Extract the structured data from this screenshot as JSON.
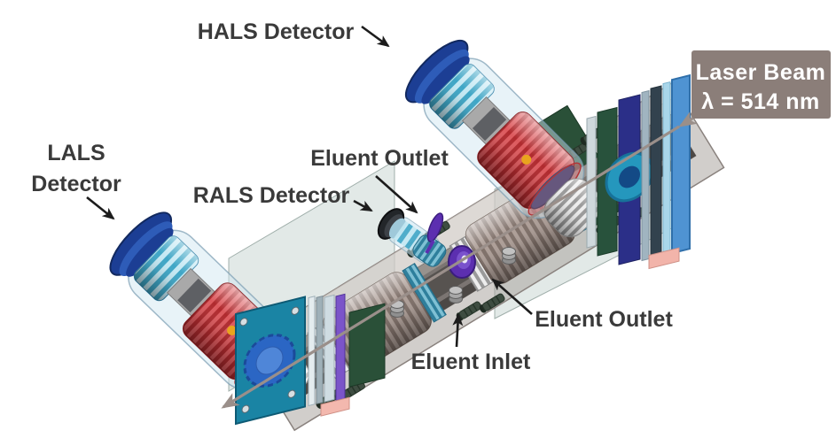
{
  "figure": {
    "labels": {
      "hals": "HALS Detector",
      "lals_line1": "LALS",
      "lals_line2": "Detector",
      "rals": "RALS Detector",
      "eluent_outlet_top": "Eluent Outlet",
      "eluent_outlet_mid": "Eluent Outlet",
      "eluent_inlet": "Eluent Inlet"
    },
    "laser_callout": {
      "line1": "Laser Beam",
      "line2": "λ = 514 nm",
      "bg_color": "#8b7e79",
      "text_color": "#ffffff"
    },
    "colors": {
      "label_text": "#3a3a3a",
      "arrow_black": "#1c1c1c",
      "laser_beam": "#9a8f8a",
      "detector_cap_blue": "#1c3e94",
      "detector_coil_red": "#c8393c",
      "cyan_rings": "#3fa6c6",
      "purple_fitting": "#5c2fb0",
      "flow_cell_gray": "#7b7572",
      "plate_outer_blue": "#4f93d2",
      "plate_navy": "#2b2f88",
      "exit_board_teal": "#1a84a4",
      "base_pink": "#f2b4aa",
      "bolt_green": "#3e4d41",
      "spot_yellow": "#e9a41e"
    }
  }
}
